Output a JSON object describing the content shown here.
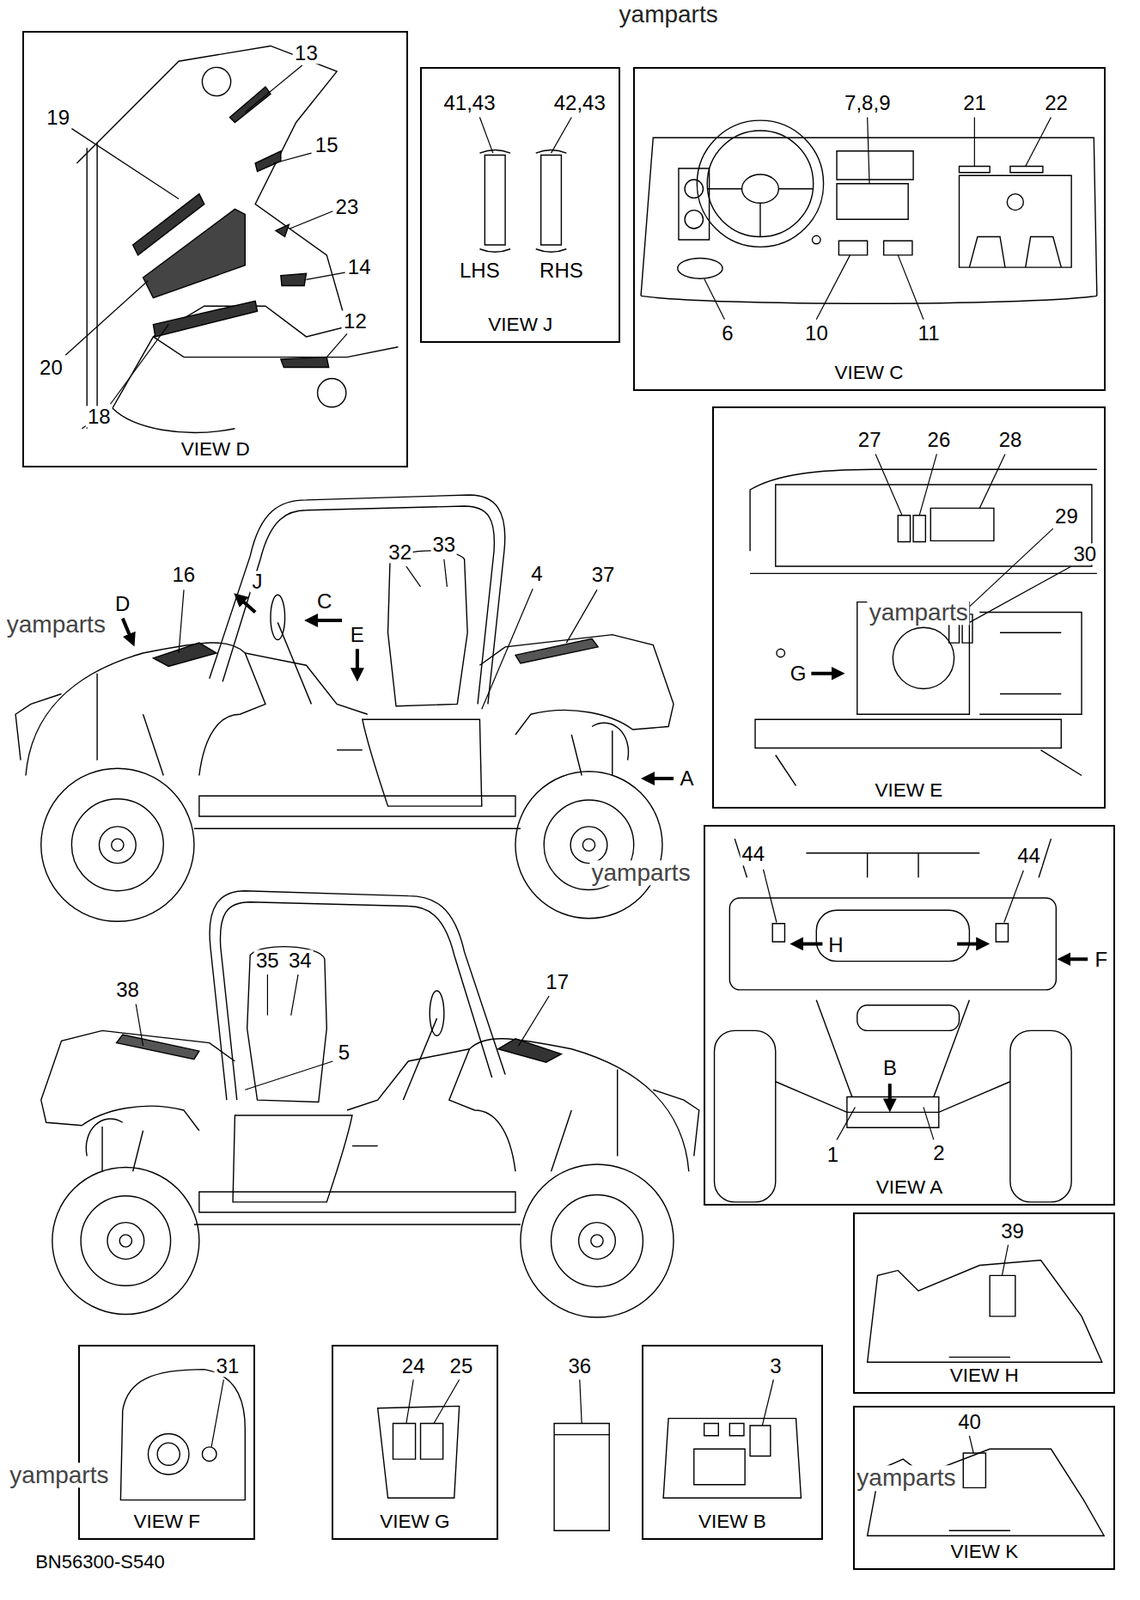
{
  "diagram": {
    "nodes": [
      {
        "text": [
          "VIEW D"
        ]
      },
      {
        "text": [
          "VIEW J"
        ]
      },
      {
        "text": [
          "VIEW C"
        ]
      },
      {
        "text": [
          "VIEW E"
        ]
      },
      {
        "text": [
          "VIEW A"
        ]
      },
      {
        "text": [
          "VIEW H"
        ]
      },
      {
        "text": [
          "VIEW F"
        ]
      },
      {
        "text": [
          "VIEW G"
        ]
      },
      {
        "text": [
          "VIEW B"
        ]
      },
      {
        "text": [
          "VIEW K"
        ]
      }
    ],
    "labels": [
      "yamparts",
      "13",
      "19",
      "15",
      "23",
      "14",
      "12",
      "20",
      "18",
      "41,43",
      "42,43",
      "LHS",
      "RHS",
      "7,8,9",
      "21",
      "22",
      "6",
      "10",
      "11",
      "27",
      "26",
      "28",
      "29",
      "30",
      "G",
      "yamparts",
      "yamparts",
      "D",
      "16",
      "J",
      "C",
      "E",
      "32",
      "33",
      "4",
      "37",
      "A",
      "yamparts",
      "44",
      "44",
      "H",
      "F",
      "B",
      "1",
      "2",
      "35",
      "34",
      "38",
      "17",
      "5",
      "39",
      "31",
      "24",
      "25",
      "36",
      "3",
      "yamparts",
      "yamparts",
      "40",
      "BN56300-S540"
    ]
  }
}
